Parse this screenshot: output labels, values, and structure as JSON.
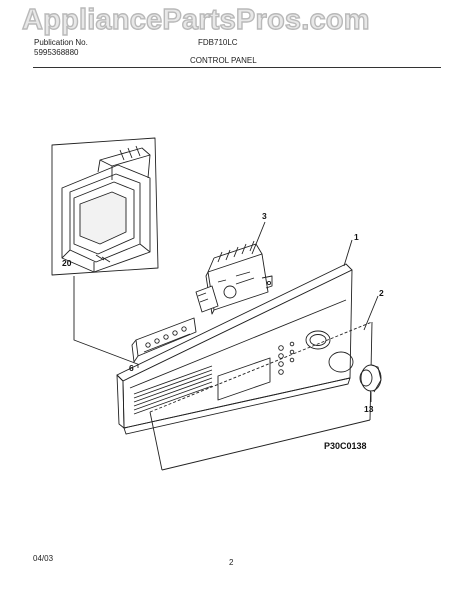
{
  "watermark": {
    "text": "AppliancePartsPros.com"
  },
  "header": {
    "publication_label": "Publication No.",
    "publication_number": "5995368880",
    "model": "FDB710LC",
    "section_title": "CONTROL PANEL"
  },
  "callouts": {
    "c1": "1",
    "c2": "2",
    "c3": "3",
    "c6": "6",
    "c13": "13",
    "c20": "20"
  },
  "drawing_code": "P30C0138",
  "footer": {
    "date": "04/03",
    "page": "2"
  }
}
